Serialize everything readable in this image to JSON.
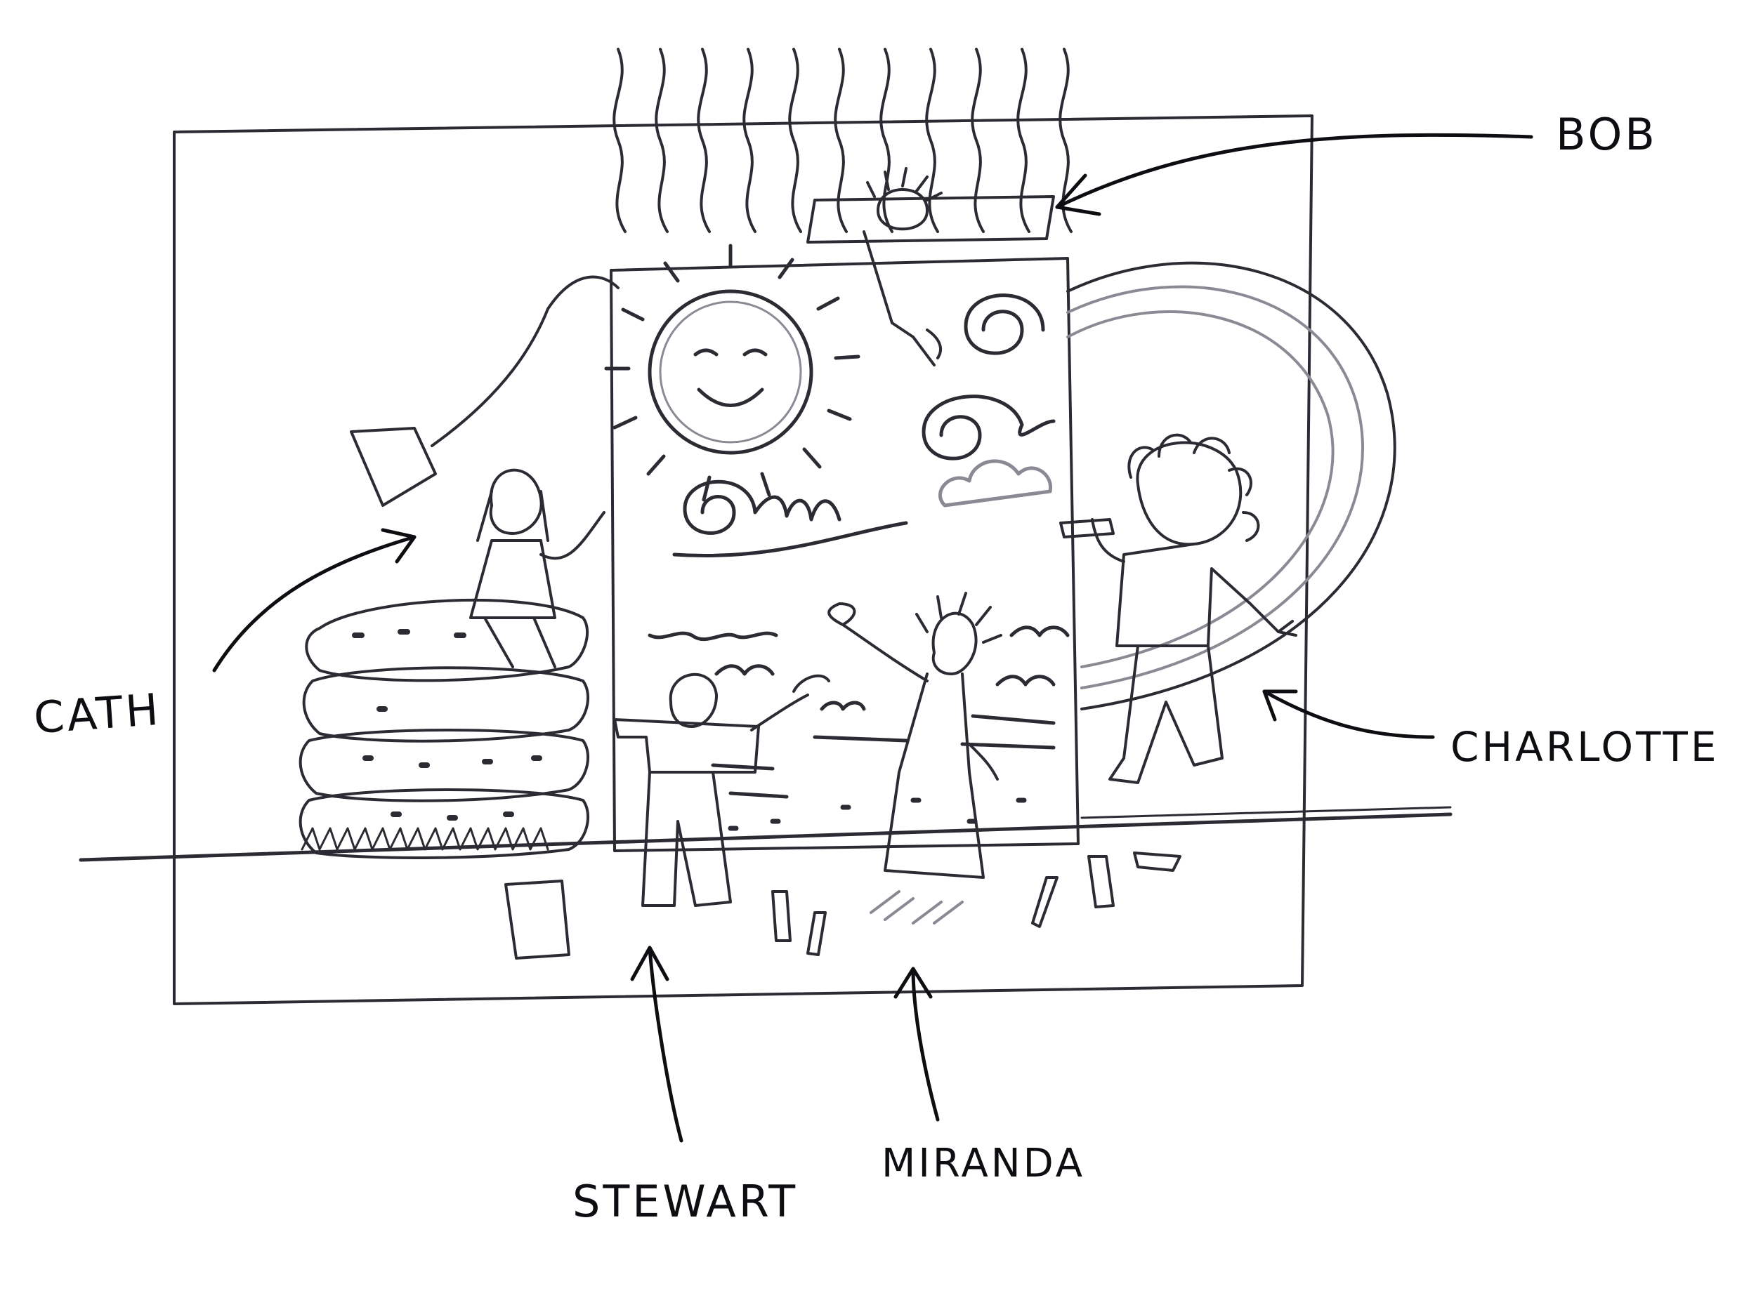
{
  "labels": {
    "bob": "BOB",
    "cath": "CATH",
    "charlotte": "CHARLOTTE",
    "stewart": "STEWART",
    "miranda": "MIRANDA"
  },
  "colors": {
    "ink": "#0d0d12",
    "pencil": "#2b2b33",
    "paper": "#ffffff"
  }
}
